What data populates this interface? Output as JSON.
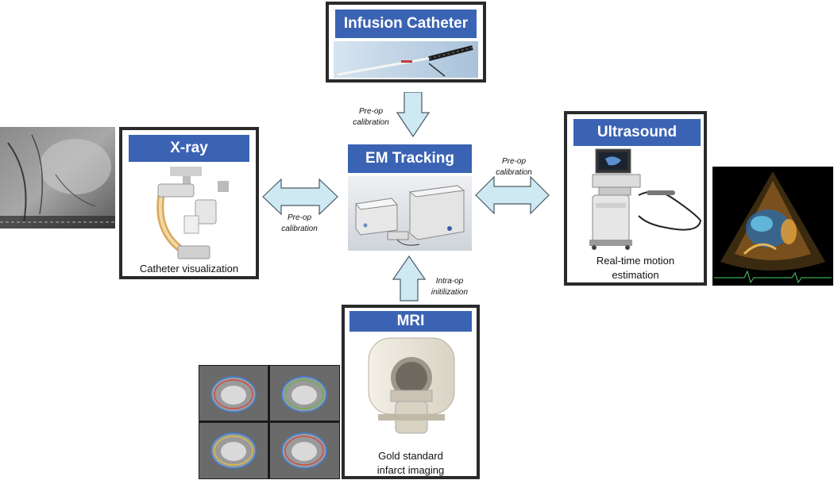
{
  "nodes": {
    "infusion": {
      "title": "Infusion Catheter"
    },
    "xray": {
      "title": "X-ray",
      "caption": "Catheter visualization"
    },
    "em": {
      "title": "EM Tracking"
    },
    "ultrasound": {
      "title": "Ultrasound",
      "caption_line1": "Real-time motion",
      "caption_line2": "estimation"
    },
    "mri": {
      "title": "MRI",
      "caption_line1": "Gold standard",
      "caption_line2": "infarct imaging"
    }
  },
  "arrows": {
    "top": {
      "line1": "Pre-op",
      "line2": "calibration"
    },
    "left": {
      "line1": "Pre-op",
      "line2": "calibration"
    },
    "right": {
      "line1": "Pre-op",
      "line2": "calibration"
    },
    "bottom": {
      "line1": "Intra-op",
      "line2": "initilization"
    }
  },
  "colors": {
    "title_bar": "#3b63b3",
    "arrow_fill": "#cfe9f3",
    "arrow_stroke": "#4a5a66",
    "frame": "#2a2a2a"
  },
  "icons": {
    "catheter": "catheter-photo",
    "xray_machine": "c-arm-photo",
    "em_device": "aurora-tracker-photo",
    "ultrasound_machine": "ultrasound-cart-photo",
    "mri_scanner": "mri-scanner-photo",
    "fluoroscopy": "fluoroscopy-image",
    "echo": "echocardiogram-image",
    "mri_slices": "cardiac-mri-slices"
  }
}
